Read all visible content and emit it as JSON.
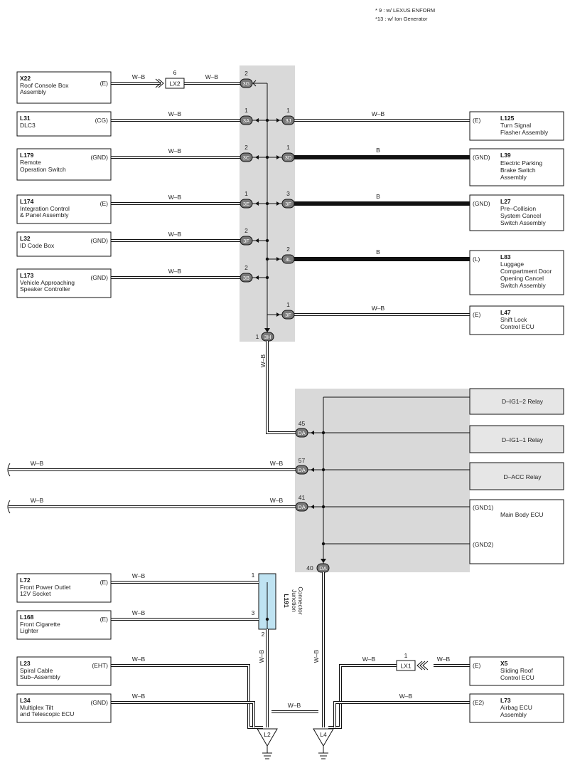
{
  "notes": [
    "* 9 : w/ LEXUS ENFORM",
    "*13 : w/ Ion Generator"
  ],
  "wire_label": "W–B",
  "wire_label_b": "B",
  "left_components": [
    {
      "id": "X22",
      "lines": [
        "Roof Console Box",
        "Assembly"
      ],
      "pin": "(E)"
    },
    {
      "id": "L31",
      "lines": [
        "DLC3"
      ],
      "pin": "(CG)"
    },
    {
      "id": "L179",
      "lines": [
        "Remote",
        "Operation Switch"
      ],
      "pin": "(GND)"
    },
    {
      "id": "L174",
      "lines": [
        "Integration Control",
        "& Panel Assembly"
      ],
      "pin": "(E)"
    },
    {
      "id": "L32",
      "lines": [
        "ID Code Box"
      ],
      "pin": "(GND)"
    },
    {
      "id": "L173",
      "lines": [
        "Vehicle Approaching",
        "Speaker Controller"
      ],
      "pin": "(GND)"
    }
  ],
  "right_components": [
    {
      "id": "L125",
      "lines": [
        "Turn Signal",
        "Flasher Assembly"
      ],
      "pin": "(E)"
    },
    {
      "id": "L39",
      "lines": [
        "Electric Parking",
        "Brake Switch",
        "Assembly"
      ],
      "pin": "(GND)"
    },
    {
      "id": "L27",
      "lines": [
        "Pre–Collision",
        "System Cancel",
        "Switch Assembly"
      ],
      "pin": "(GND)"
    },
    {
      "id": "L83",
      "lines": [
        "Luggage",
        "Compartment Door",
        "Opening Cancel",
        "Switch Assembly"
      ],
      "pin": "(L)"
    },
    {
      "id": "L47",
      "lines": [
        "Shift Lock",
        "Control ECU"
      ],
      "pin": "(E)"
    }
  ],
  "connectors_left": [
    {
      "pin": "2",
      "name": "3G"
    },
    {
      "pin": "1",
      "name": "3A"
    },
    {
      "pin": "2",
      "name": "3C"
    },
    {
      "pin": "1",
      "name": "3E"
    },
    {
      "pin": "2",
      "name": "3F"
    },
    {
      "pin": "2",
      "name": "3B"
    }
  ],
  "connectors_right": [
    {
      "pin": "1",
      "name": "3J"
    },
    {
      "pin": "1",
      "name": "3D"
    },
    {
      "pin": "3",
      "name": "3F"
    },
    {
      "pin": "2",
      "name": "3L"
    },
    {
      "pin": "1",
      "name": "3F"
    }
  ],
  "connector_3h": {
    "pin": "1",
    "name": "3H"
  },
  "inline_connector_lx2": {
    "pin": "6",
    "name": "LX2"
  },
  "relays": [
    "D–IG1–2 Relay",
    "D–IG1–1 Relay",
    "D–ACC Relay"
  ],
  "ecu": {
    "name": "Main Body ECU",
    "pin1": "(GND1)",
    "pin2": "(GND2)"
  },
  "da_connectors": [
    {
      "pin": "45",
      "name": "DA"
    },
    {
      "pin": "57",
      "name": "DA"
    },
    {
      "pin": "41",
      "name": "DA"
    },
    {
      "pin": "40",
      "name": "DA"
    }
  ],
  "lower_left_components": [
    {
      "id": "L72",
      "lines": [
        "Front Power Outlet",
        "12V Socket"
      ],
      "pin": "(E)"
    },
    {
      "id": "L168",
      "lines": [
        "Front Cigarette",
        "Lighter"
      ],
      "pin": "(E)"
    },
    {
      "id": "L23",
      "lines": [
        "Spiral Cable",
        "Sub–Assembly"
      ],
      "pin": "(EHT)"
    },
    {
      "id": "L34",
      "lines": [
        "Multiplex Tilt",
        "and Telescopic ECU"
      ],
      "pin": "(GND)"
    }
  ],
  "lower_right_components": [
    {
      "id": "X5",
      "lines": [
        "Sliding Roof",
        "Control ECU"
      ],
      "pin": "(E)"
    },
    {
      "id": "L73",
      "lines": [
        "Airbag ECU",
        "Assembly"
      ],
      "pin": "(E2)"
    }
  ],
  "junction": {
    "id": "L191",
    "label_lines": [
      "Junction",
      "Connector"
    ],
    "pins": [
      "1",
      "3",
      "2"
    ]
  },
  "inline_connector_lx1": {
    "pin": "1",
    "name": "LX1"
  },
  "grounds": [
    "L2",
    "L4"
  ]
}
